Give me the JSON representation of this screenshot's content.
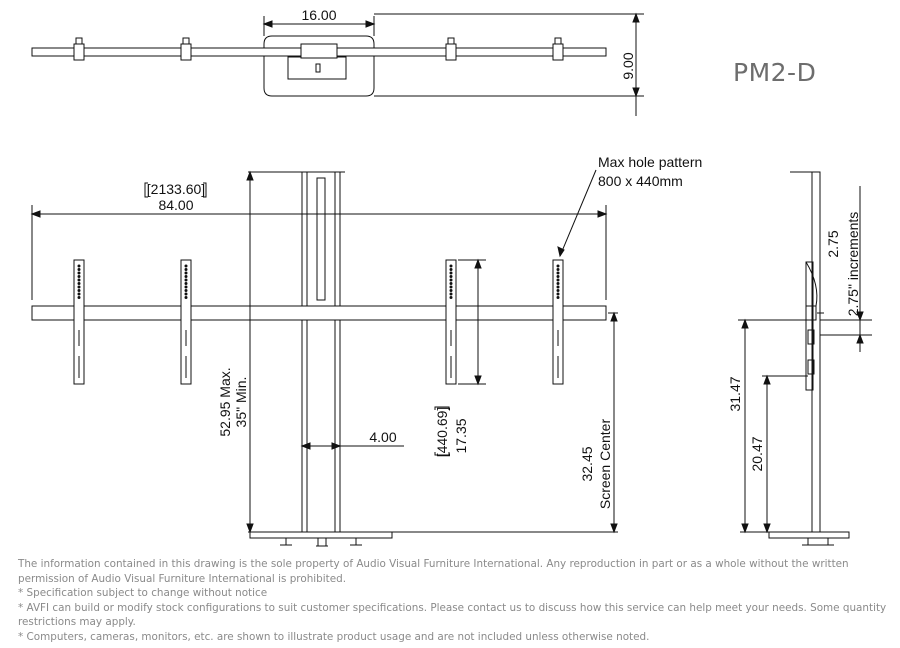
{
  "model": "PM2-D",
  "dimensions": {
    "top_width": "16.00",
    "top_depth": "9.00",
    "bar_metric": "[2133.60]",
    "bar_imperial": "84.00",
    "hole_pattern_line1": "Max hole pattern",
    "hole_pattern_line2": "800 x 440mm",
    "height_line1": "52.95 Max.",
    "height_line2": "35\" Min.",
    "column_width": "4.00",
    "bracket_metric": "[440.69]",
    "bracket_imperial": "17.35",
    "screen_center_value": "32.45",
    "screen_center_label": "Screen Center",
    "increment_value": "2.75",
    "increment_label": "2.75\" increments",
    "side_upper": "31.47",
    "side_lower": "20.47"
  },
  "notes": [
    "The information contained in this drawing is the sole property of Audio Visual Furniture International. Any reproduction in part or as a whole without the written permission of Audio Visual Furniture International is prohibited.",
    "* Specification subject to change without notice",
    "* AVFI can build or modify stock configurations to suit customer specifications. Please contact us to discuss how this service can help meet your needs. Some quantity restrictions may apply.",
    "* Computers, cameras, monitors, etc. are shown to illustrate product usage and are not included unless otherwise noted."
  ]
}
